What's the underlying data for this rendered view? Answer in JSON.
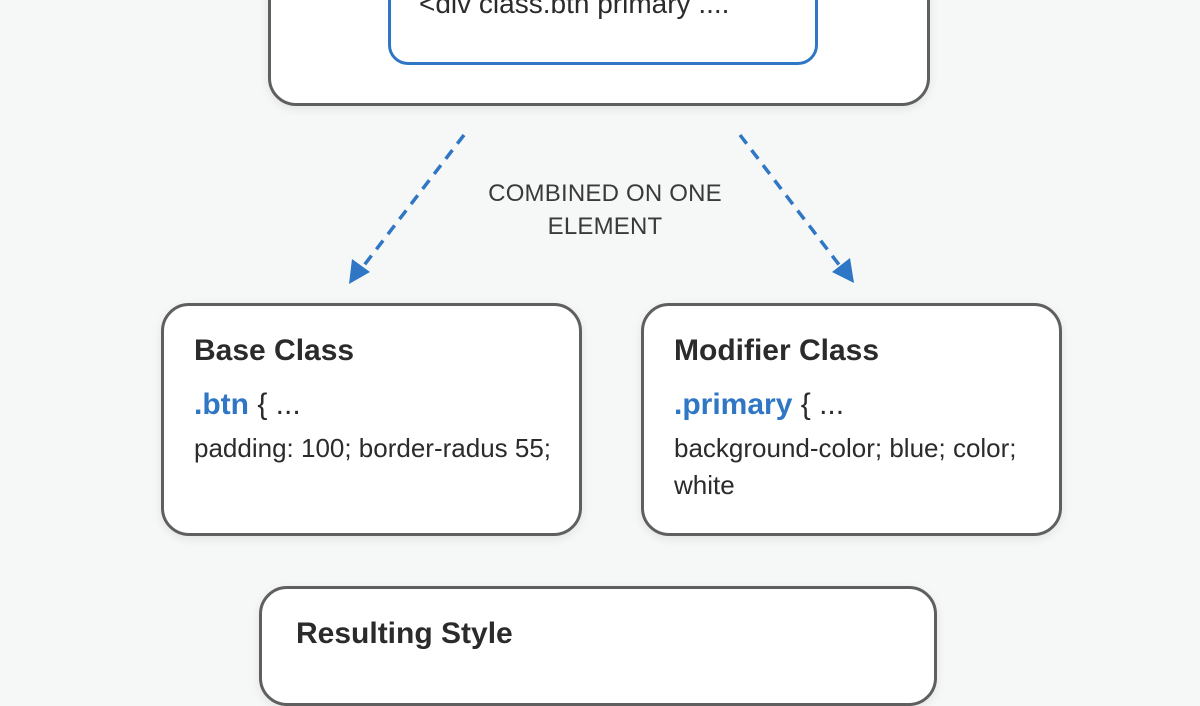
{
  "top": {
    "code": "<div class.btn primary ...."
  },
  "connector": {
    "line1": "COMBINED ON ONE",
    "line2": "ELEMENT"
  },
  "base": {
    "title": "Base Class",
    "selector": ".btn",
    "brace": " { ...",
    "body": "padding: 100; border-radus 55;"
  },
  "modifier": {
    "title": "Modifier Class",
    "selector": ".primary",
    "brace": " { ...",
    "body": "background-color; blue; color; white"
  },
  "result": {
    "title": "Resulting Style"
  },
  "colors": {
    "accent": "#2f76c4",
    "border": "#5f5f5f",
    "background": "#f6f7f7"
  }
}
